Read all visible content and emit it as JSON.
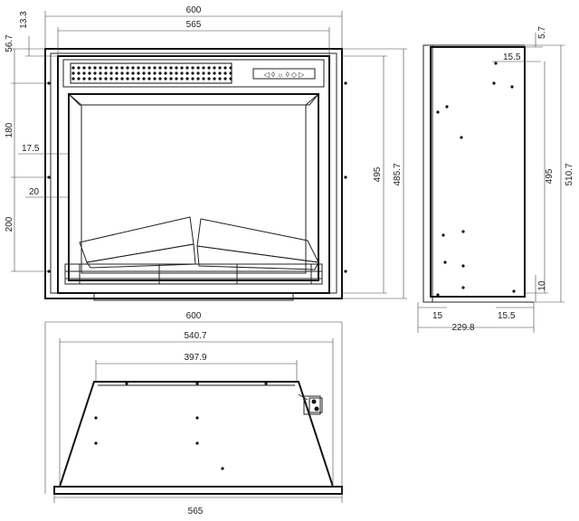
{
  "front_view": {
    "dims": {
      "overall_width": "600",
      "inner_width": "565",
      "top_offset": "56.7",
      "top_margin": "13.3",
      "left_180": "180",
      "left_17_5": "17.5",
      "left_20": "20",
      "left_200": "200",
      "height_495": "495",
      "height_485_7": "485.7"
    },
    "control_panel_text": "◁ ◊ ☼ ◊ ◇ ▷"
  },
  "side_view": {
    "dims": {
      "top_5_7": "5.7",
      "top_15_5": "15.5",
      "height_495": "495",
      "height_510_7": "510.7",
      "bottom_10": "10",
      "bottom_15": "15",
      "bottom_15_5": "15.5",
      "depth_229_8": "229.8"
    }
  },
  "top_view": {
    "dims": {
      "overall_width": "600",
      "width_540_7": "540.7",
      "width_397_9": "397.9",
      "width_565": "565"
    }
  },
  "colors": {
    "line": "#222222",
    "paper": "#ffffff"
  }
}
